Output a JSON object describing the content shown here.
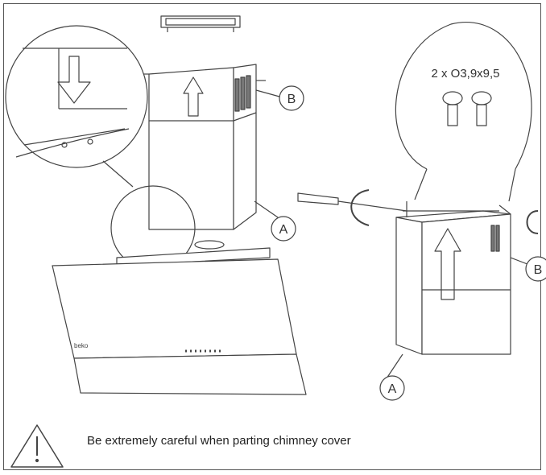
{
  "labels": {
    "part_a": "A",
    "part_b": "B"
  },
  "screws_spec": "2 x O3,9x9,5",
  "warning_text": "Be extremely careful when parting chimney cover",
  "icons": {
    "warning": "warning-triangle-icon",
    "screws": "screw-icon",
    "screwdriver": "screwdriver-icon",
    "rotation": "rotation-arrow-icon",
    "up_arrow": "up-arrow-icon",
    "down_arrow": "down-arrow-icon"
  },
  "colors": {
    "line": "#444444",
    "text": "#222222"
  }
}
